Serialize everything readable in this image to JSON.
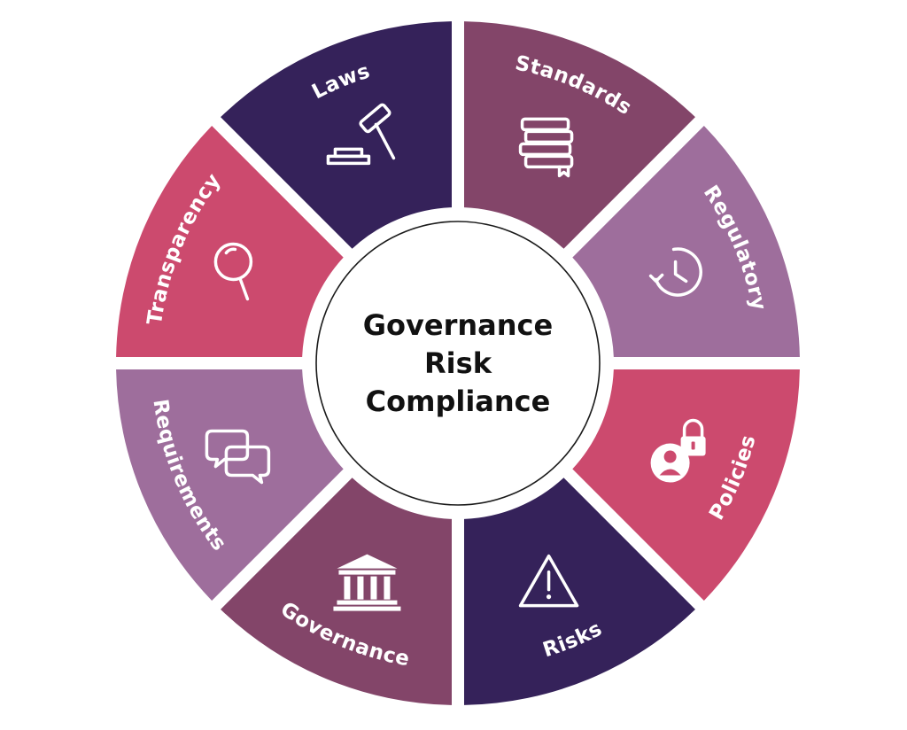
{
  "diagram": {
    "center": {
      "lines": [
        "Governance",
        "Risk",
        "Compliance"
      ]
    },
    "segments": [
      {
        "label": "Standards",
        "icon": "books-icon",
        "color": "#834569"
      },
      {
        "label": "Regulatory",
        "icon": "clock-icon",
        "color": "#9E6E9C"
      },
      {
        "label": "Policies",
        "icon": "user-lock-icon",
        "color": "#CC4A6E"
      },
      {
        "label": "Risks",
        "icon": "warning-icon",
        "color": "#35225A"
      },
      {
        "label": "Governance",
        "icon": "institution-icon",
        "color": "#834569"
      },
      {
        "label": "Requirements",
        "icon": "chat-bubbles-icon",
        "color": "#9E6E9C"
      },
      {
        "label": "Transparency",
        "icon": "magnifier-icon",
        "color": "#CC4A6E"
      },
      {
        "label": "Laws",
        "icon": "gavel-icon",
        "color": "#35225A"
      }
    ]
  }
}
